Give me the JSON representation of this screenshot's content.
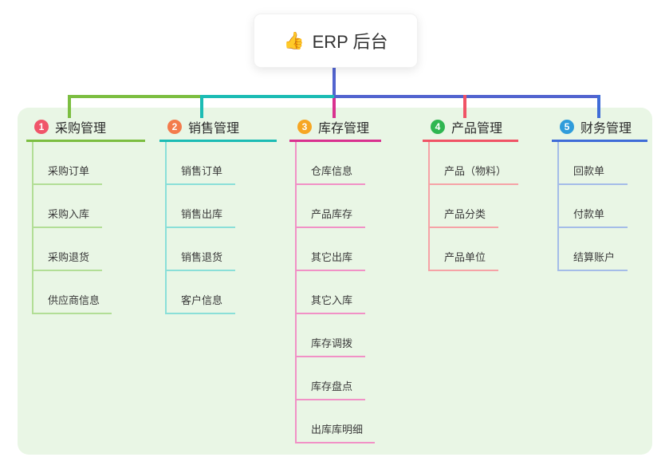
{
  "root": {
    "label": "ERP 后台",
    "emoji": "👍",
    "connector_color": "#5264cf"
  },
  "canvas": {
    "background": "#ffffff",
    "panel_color": "#e9f6e5"
  },
  "branches": [
    {
      "num": "1",
      "label": "采购管理",
      "badge_color": "#f0556a",
      "color": "#7cbe41",
      "light_color": "#b2de96",
      "children": [
        "采购订单",
        "采购入库",
        "采购退货",
        "供应商信息"
      ]
    },
    {
      "num": "2",
      "label": "销售管理",
      "badge_color": "#f37b4c",
      "color": "#1cbcb4",
      "light_color": "#8adfd8",
      "children": [
        "销售订单",
        "销售出库",
        "销售退货",
        "客户信息"
      ]
    },
    {
      "num": "3",
      "label": "库存管理",
      "badge_color": "#f6a623",
      "color": "#d9318f",
      "light_color": "#f191c6",
      "children": [
        "仓库信息",
        "产品库存",
        "其它出库",
        "其它入库",
        "库存调拨",
        "库存盘点",
        "出库库明细"
      ]
    },
    {
      "num": "4",
      "label": "产品管理",
      "badge_color": "#2fb651",
      "color": "#f05365",
      "light_color": "#f6a2a6",
      "children": [
        "产品（物料）",
        "产品分类",
        "产品单位"
      ]
    },
    {
      "num": "5",
      "label": "财务管理",
      "badge_color": "#2f9cdb",
      "color": "#3f6cd8",
      "light_color": "#a4bce8",
      "children": [
        "回款单",
        "付款单",
        "结算账户"
      ]
    }
  ]
}
